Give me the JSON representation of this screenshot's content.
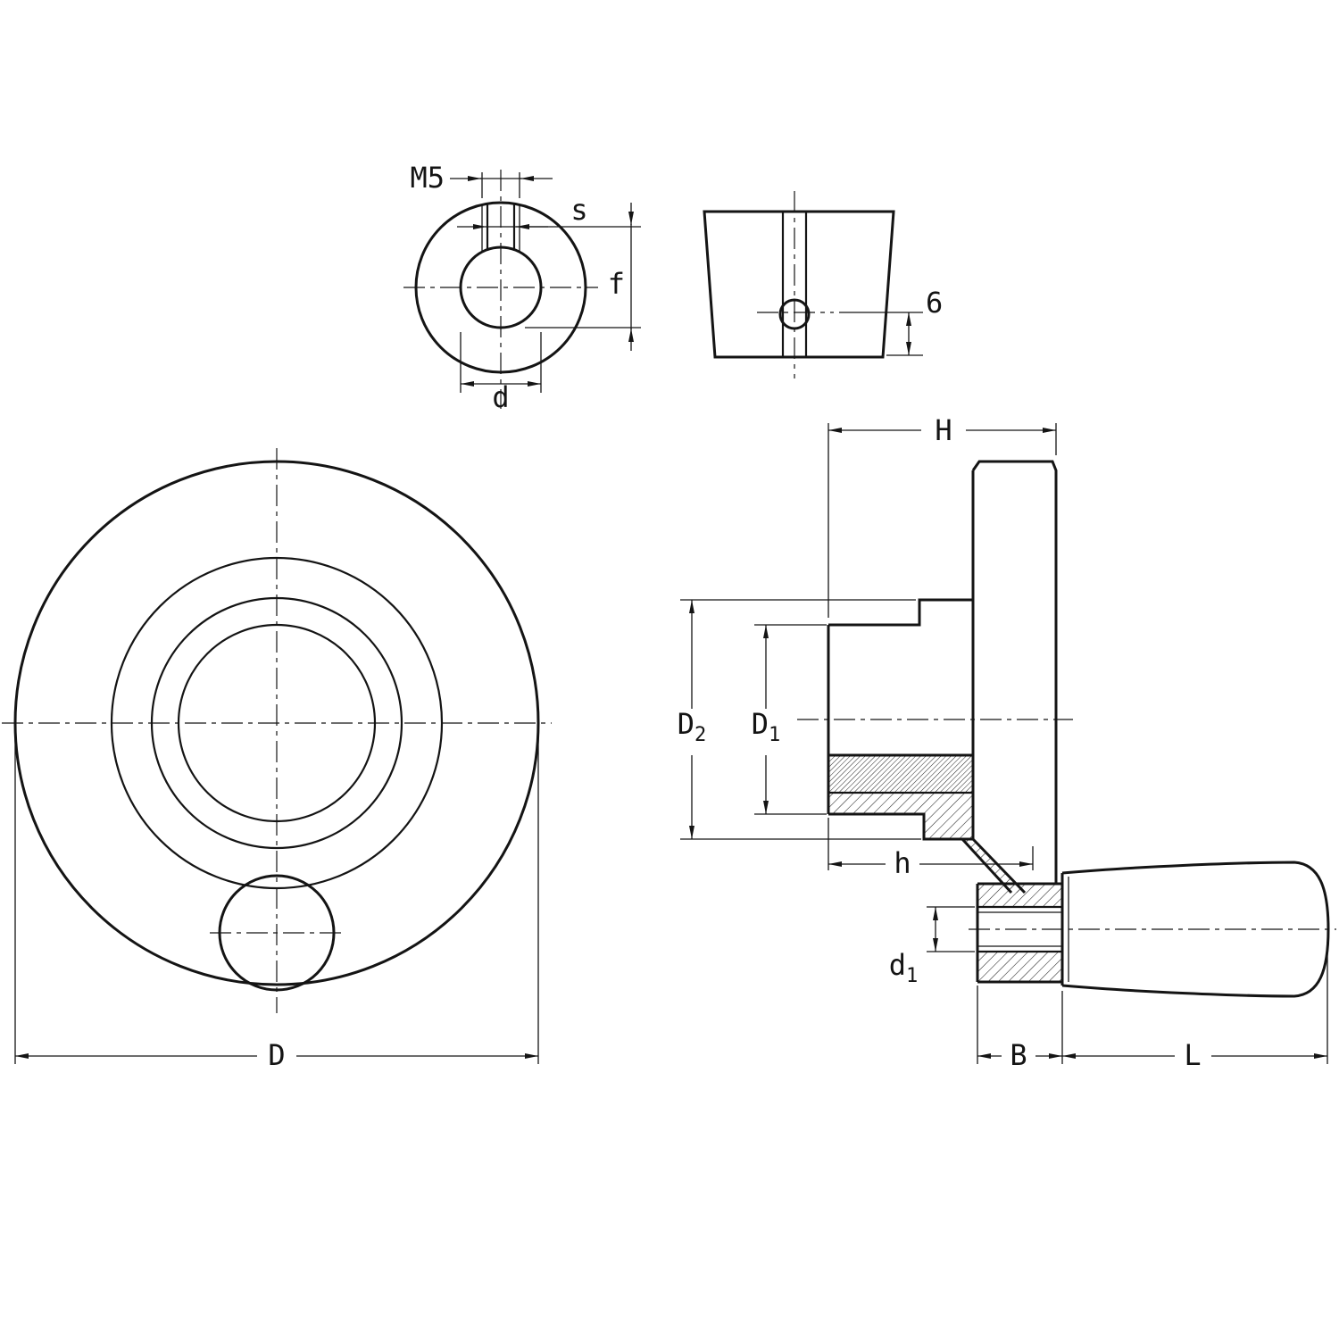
{
  "drawing": {
    "type": "technical-drawing",
    "subject": "handwheel-with-revolving-crank-handle",
    "colors": {
      "line": "#141414",
      "background": "#ffffff"
    },
    "labels": {
      "thread": "M5",
      "slot_width": "s",
      "slot_depth": "f",
      "bore_dia": "d",
      "cross_hole": "6",
      "hub_width": "H",
      "hub_dia_main": "D",
      "hub_dia_sub": "2",
      "pilot_dia_main": "D",
      "pilot_dia_sub": "1",
      "hub_length": "h",
      "handle_bore_main": "d",
      "handle_bore_sub": "1",
      "boss_width": "B",
      "handle_length": "L",
      "wheel_dia": "D"
    }
  }
}
